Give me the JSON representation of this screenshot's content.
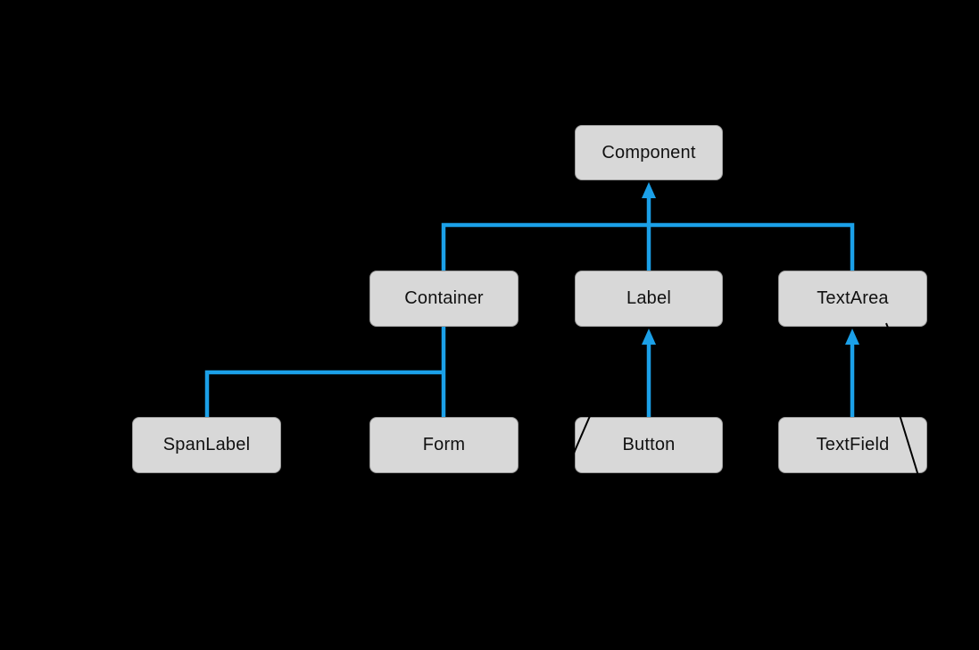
{
  "diagram": {
    "title": "component-class-hierarchy",
    "background_color": "#000000",
    "connector_color": "#1ba0e8",
    "node_fill_color": "#d8d8d8",
    "node_border_color": "#9b9b9b",
    "node_text_color": "#111111",
    "annotation_line_color": "#000000",
    "nodes": {
      "component": {
        "label": "Component"
      },
      "container": {
        "label": "Container"
      },
      "label": {
        "label": "Label"
      },
      "textarea": {
        "label": "TextArea"
      },
      "spanlabel": {
        "label": "SpanLabel"
      },
      "form": {
        "label": "Form"
      },
      "button": {
        "label": "Button"
      },
      "textfield": {
        "label": "TextField"
      }
    },
    "edges": [
      {
        "from": "Container",
        "to": "Component",
        "type": "inheritance-arrow"
      },
      {
        "from": "Label",
        "to": "Component",
        "type": "inheritance-arrow"
      },
      {
        "from": "TextArea",
        "to": "Component",
        "type": "inheritance-arrow"
      },
      {
        "from": "SpanLabel",
        "to": "Container",
        "type": "branch-line"
      },
      {
        "from": "Form",
        "to": "Container",
        "type": "branch-line"
      },
      {
        "from": "Button",
        "to": "Label",
        "type": "inheritance-arrow"
      },
      {
        "from": "TextField",
        "to": "TextArea",
        "type": "inheritance-arrow"
      }
    ]
  }
}
